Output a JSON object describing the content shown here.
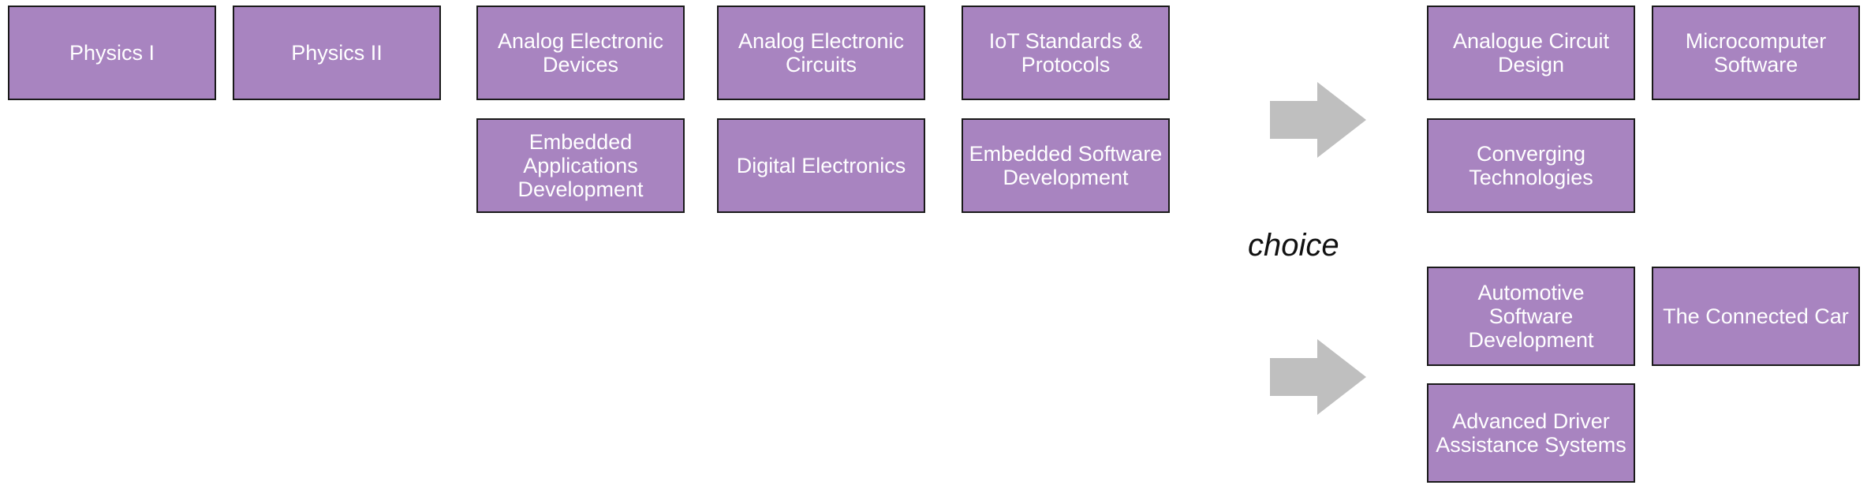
{
  "colors": {
    "box_fill": "#a884c0",
    "arrow_fill": "#bfbfbf"
  },
  "icons": {
    "arrow": "arrow-right-icon"
  },
  "courses": {
    "physics_1": "Physics I",
    "physics_2": "Physics II",
    "analog_electronic_devices": "Analog Electronic Devices",
    "analog_electronic_circuits": "Analog Electronic Circuits",
    "iot_standards_protocols": "IoT Standards & Protocols",
    "embedded_applications_development": "Embedded Applications Development",
    "digital_electronics": "Digital Electronics",
    "embedded_software_development": "Embedded Software Development"
  },
  "choice_label": "choice",
  "option_a": {
    "analogue_circuit_design": "Analogue Circuit Design",
    "microcomputer_software": "Microcomputer Software",
    "converging_technologies": "Converging Technologies"
  },
  "option_b": {
    "automotive_software_development": "Automotive Software Development",
    "the_connected_car": "The Connected Car",
    "advanced_driver_assistance_systems": "Advanced Driver Assistance Systems"
  }
}
